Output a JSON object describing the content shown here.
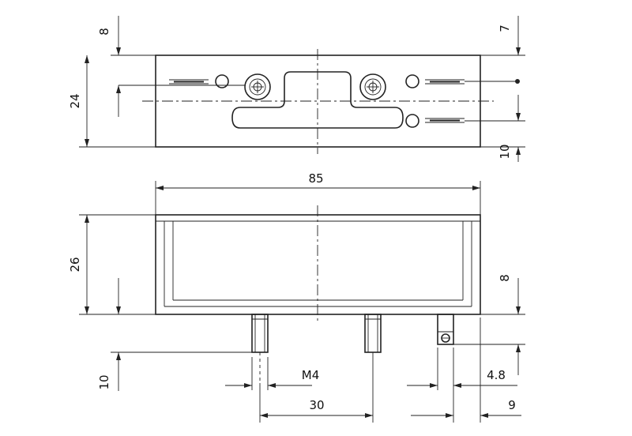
{
  "drawing": {
    "dimensions": {
      "top_offset": "8",
      "top_right_offset": "7",
      "plate_height": "24",
      "right_lower_offset": "10",
      "overall_width": "85",
      "body_height": "26",
      "right_body_offset": "8",
      "pin_length": "10",
      "thread": "M4",
      "pin_spacing": "30",
      "pin_diameter": "4.8",
      "edge_to_pin": "9"
    },
    "colors": {
      "line": "#222222",
      "background": "#ffffff"
    }
  }
}
